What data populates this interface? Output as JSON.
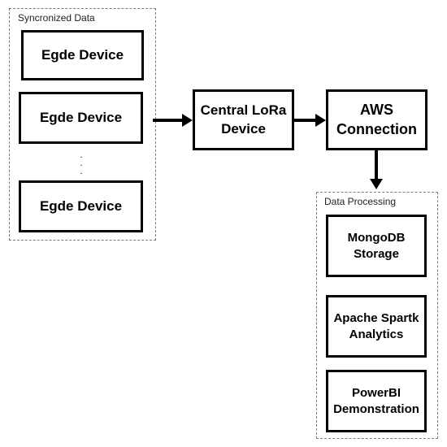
{
  "sync_group": {
    "label": "Syncronized Data",
    "devices": [
      "Egde Device",
      "Egde Device",
      "Egde Device"
    ],
    "ellipsis": ".\n.\n."
  },
  "central": {
    "line1": "Central LoRa",
    "line2": "Device"
  },
  "aws": {
    "line1": "AWS",
    "line2": "Connection"
  },
  "processing_group": {
    "label": "Data Processing",
    "mongodb": {
      "line1": "MongoDB",
      "line2": "Storage"
    },
    "spark": {
      "line1": "Apache Spartk",
      "line2": "Analytics"
    },
    "powerbi": {
      "line1": "PowerBI",
      "line2": "Demonstration"
    }
  }
}
